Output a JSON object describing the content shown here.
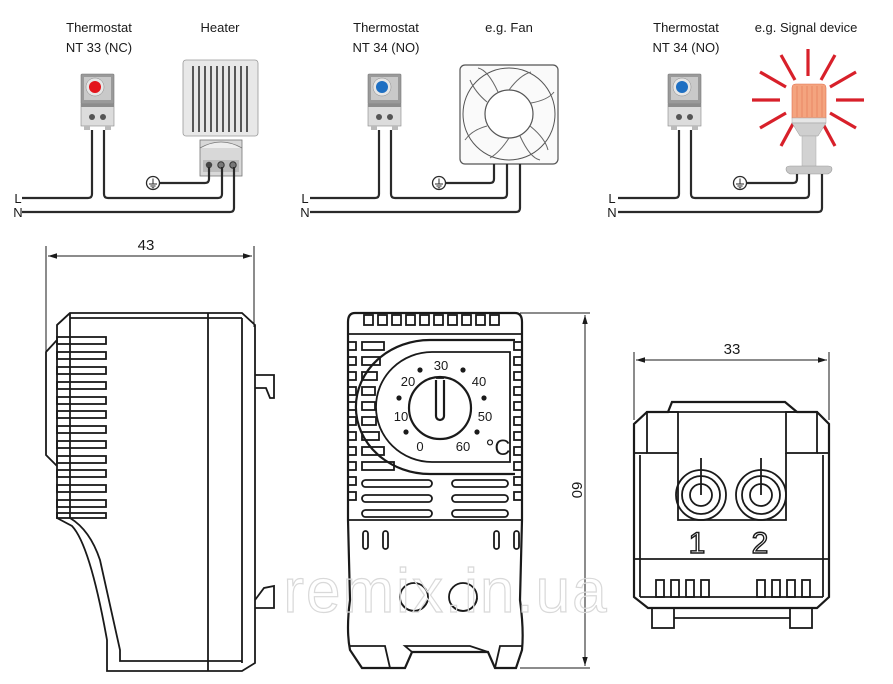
{
  "diagrams": [
    {
      "thermostat_label_line1": "Thermostat",
      "thermostat_label_line2": "NT 33 (NC)",
      "device_label": "Heater",
      "dial_color": "#e3141b"
    },
    {
      "thermostat_label_line1": "Thermostat",
      "thermostat_label_line2": "NT 34 (NO)",
      "device_label": "e.g. Fan",
      "dial_color": "#1e6fc2"
    },
    {
      "thermostat_label_line1": "Thermostat",
      "thermostat_label_line2": "NT 34 (NO)",
      "device_label": "e.g. Signal device",
      "dial_color": "#1e6fc2"
    }
  ],
  "wiring": {
    "line_label": "L",
    "neutral_label": "N",
    "ground_icon": "ground-symbol-icon"
  },
  "colors": {
    "signal_ray": "#d8202a",
    "signal_lamp": "#f2a07a"
  },
  "dimensions": {
    "side_depth": "43",
    "front_height": "60",
    "bottom_width": "33"
  },
  "dial": {
    "scale_values": [
      "0",
      "10",
      "20",
      "30",
      "40",
      "50",
      "60"
    ],
    "unit": "°C"
  },
  "terminals": [
    "1",
    "2"
  ],
  "watermark": "remix.in.ua"
}
